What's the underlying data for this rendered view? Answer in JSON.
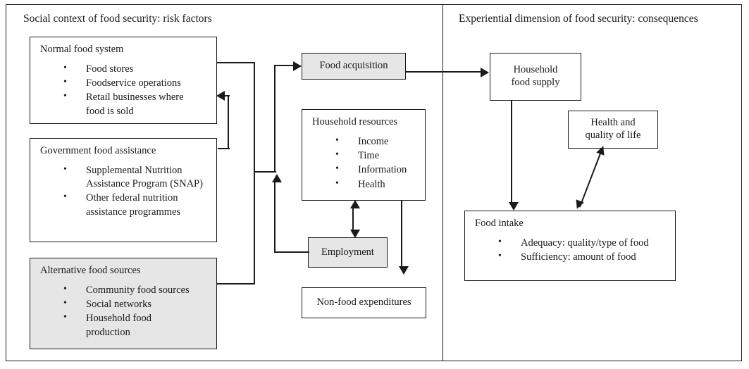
{
  "panels": {
    "left": {
      "title": "Social context of food security: risk factors"
    },
    "right": {
      "title": "Experiential dimension of food security: consequences"
    }
  },
  "nodes": {
    "normal_food_system": {
      "heading": "Normal food system",
      "items": [
        "Food stores",
        "Foodservice operations",
        "Retail businesses where food is sold"
      ],
      "fill": "#ffffff"
    },
    "government_food_assistance": {
      "heading": "Government food assistance",
      "items": [
        "Supplemental Nutrition Assistance Program (SNAP)",
        "Other federal nutrition assistance programmes"
      ],
      "fill": "#ffffff"
    },
    "alternative_food_sources": {
      "heading": "Alternative food sources",
      "items": [
        "Community food sources",
        "Social networks",
        "Household food production"
      ],
      "fill": "#e6e6e6"
    },
    "food_acquisition": {
      "heading": "Food acquisition",
      "fill": "#e6e6e6"
    },
    "household_resources": {
      "heading": "Household resources",
      "items": [
        "Income",
        "Time",
        "Information",
        "Health"
      ],
      "fill": "#ffffff"
    },
    "employment": {
      "heading": "Employment",
      "fill": "#e6e6e6"
    },
    "non_food_expenditures": {
      "heading": "Non-food expenditures",
      "fill": "#ffffff"
    },
    "household_food_supply": {
      "heading": "Household\nfood supply",
      "line1": "Household",
      "line2": "food supply",
      "fill": "#ffffff"
    },
    "health_quality_of_life": {
      "heading": "Health and\nquality of life",
      "line1": "Health and",
      "line2": "quality of life",
      "fill": "#ffffff"
    },
    "food_intake": {
      "heading": "Food intake",
      "items": [
        "Adequacy: quality/type of food",
        "Sufficiency: amount of food"
      ],
      "fill": "#ffffff"
    }
  },
  "bullet": "•",
  "colors": {
    "stroke": "#1a1a1a",
    "shade": "#e6e6e6",
    "background": "#ffffff"
  },
  "connectors": [
    {
      "name": "normal-food-system-to-trunk",
      "from": "normal_food_system",
      "to": "trunk",
      "arrow": "none"
    },
    {
      "name": "trunk-to-normal-food-system",
      "from": "government_food_assistance",
      "to": "normal_food_system",
      "arrow": "left"
    },
    {
      "name": "alternative-food-sources-to-trunk",
      "from": "alternative_food_sources",
      "to": "trunk",
      "arrow": "none"
    },
    {
      "name": "trunk-to-food-acquisition",
      "from": "trunk",
      "to": "food_acquisition",
      "arrow": "right"
    },
    {
      "name": "employment-to-trunk-junction",
      "from": "employment",
      "to": "trunk",
      "arrow": "up"
    },
    {
      "name": "household-resources-employment",
      "from": "household_resources",
      "to": "employment",
      "arrow": "both"
    },
    {
      "name": "household-resources-to-non-food-expenditures",
      "from": "household_resources",
      "to": "non_food_expenditures",
      "arrow": "down"
    },
    {
      "name": "food-acquisition-to-household-food-supply",
      "from": "food_acquisition",
      "to": "household_food_supply",
      "arrow": "right"
    },
    {
      "name": "household-food-supply-to-food-intake",
      "from": "household_food_supply",
      "to": "food_intake",
      "arrow": "down"
    },
    {
      "name": "food-intake-health-quality-of-life",
      "from": "food_intake",
      "to": "health_quality_of_life",
      "arrow": "both"
    }
  ]
}
